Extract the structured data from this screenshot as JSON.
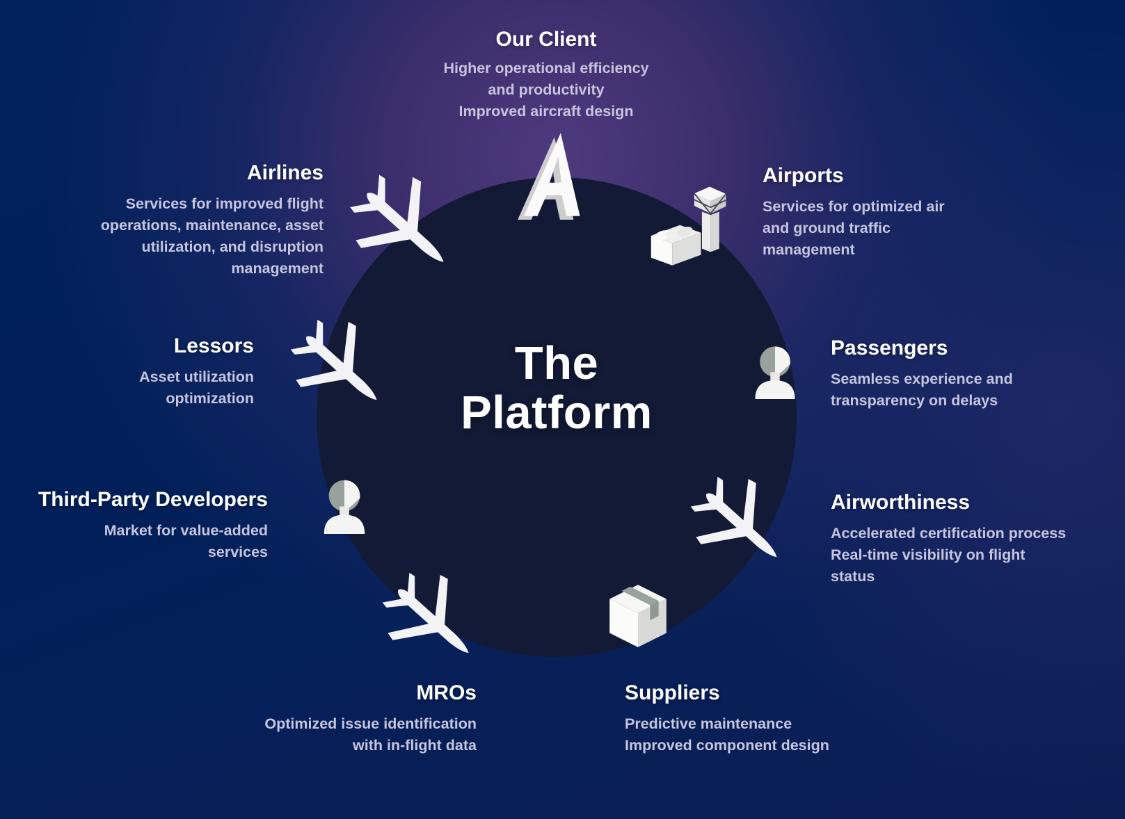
{
  "center": {
    "title": "The\nPlatform"
  },
  "colors": {
    "background_base": "#01205a",
    "background_glow": "#453271",
    "circle_fill": "#121a36",
    "heading_text": "#ffffff",
    "body_text": "#c7c5dd",
    "icon_white": "#f4f4f2",
    "icon_gray": "#99a19c"
  },
  "nodes": [
    {
      "id": "our-client",
      "label": "Our Client",
      "desc": "Higher operational efficiency\nand productivity\nImproved aircraft design",
      "icon": "client-logo-a-icon"
    },
    {
      "id": "airports",
      "label": "Airports",
      "desc": "Services for optimized air\nand ground traffic\nmanagement",
      "icon": "airport-tower-icon"
    },
    {
      "id": "passengers",
      "label": "Passengers",
      "desc": "Seamless experience and\ntransparency on delays",
      "icon": "person-icon"
    },
    {
      "id": "airworthiness",
      "label": "Airworthiness",
      "desc": "Accelerated certification process\nReal-time visibility on flight\nstatus",
      "icon": "airplane-icon"
    },
    {
      "id": "suppliers",
      "label": "Suppliers",
      "desc": "Predictive maintenance\nImproved component design",
      "icon": "parcel-box-icon"
    },
    {
      "id": "mros",
      "label": "MROs",
      "desc": "Optimized issue identification\nwith in-flight data",
      "icon": "airplane-icon"
    },
    {
      "id": "third-party-developers",
      "label": "Third-Party Developers",
      "desc": "Market for value-added\nservices",
      "icon": "person-icon"
    },
    {
      "id": "lessors",
      "label": "Lessors",
      "desc": "Asset utilization\noptimization",
      "icon": "airplane-icon"
    },
    {
      "id": "airlines",
      "label": "Airlines",
      "desc": "Services for improved flight\noperations, maintenance, asset\nutilization, and disruption\nmanagement",
      "icon": "airplane-icon"
    }
  ]
}
